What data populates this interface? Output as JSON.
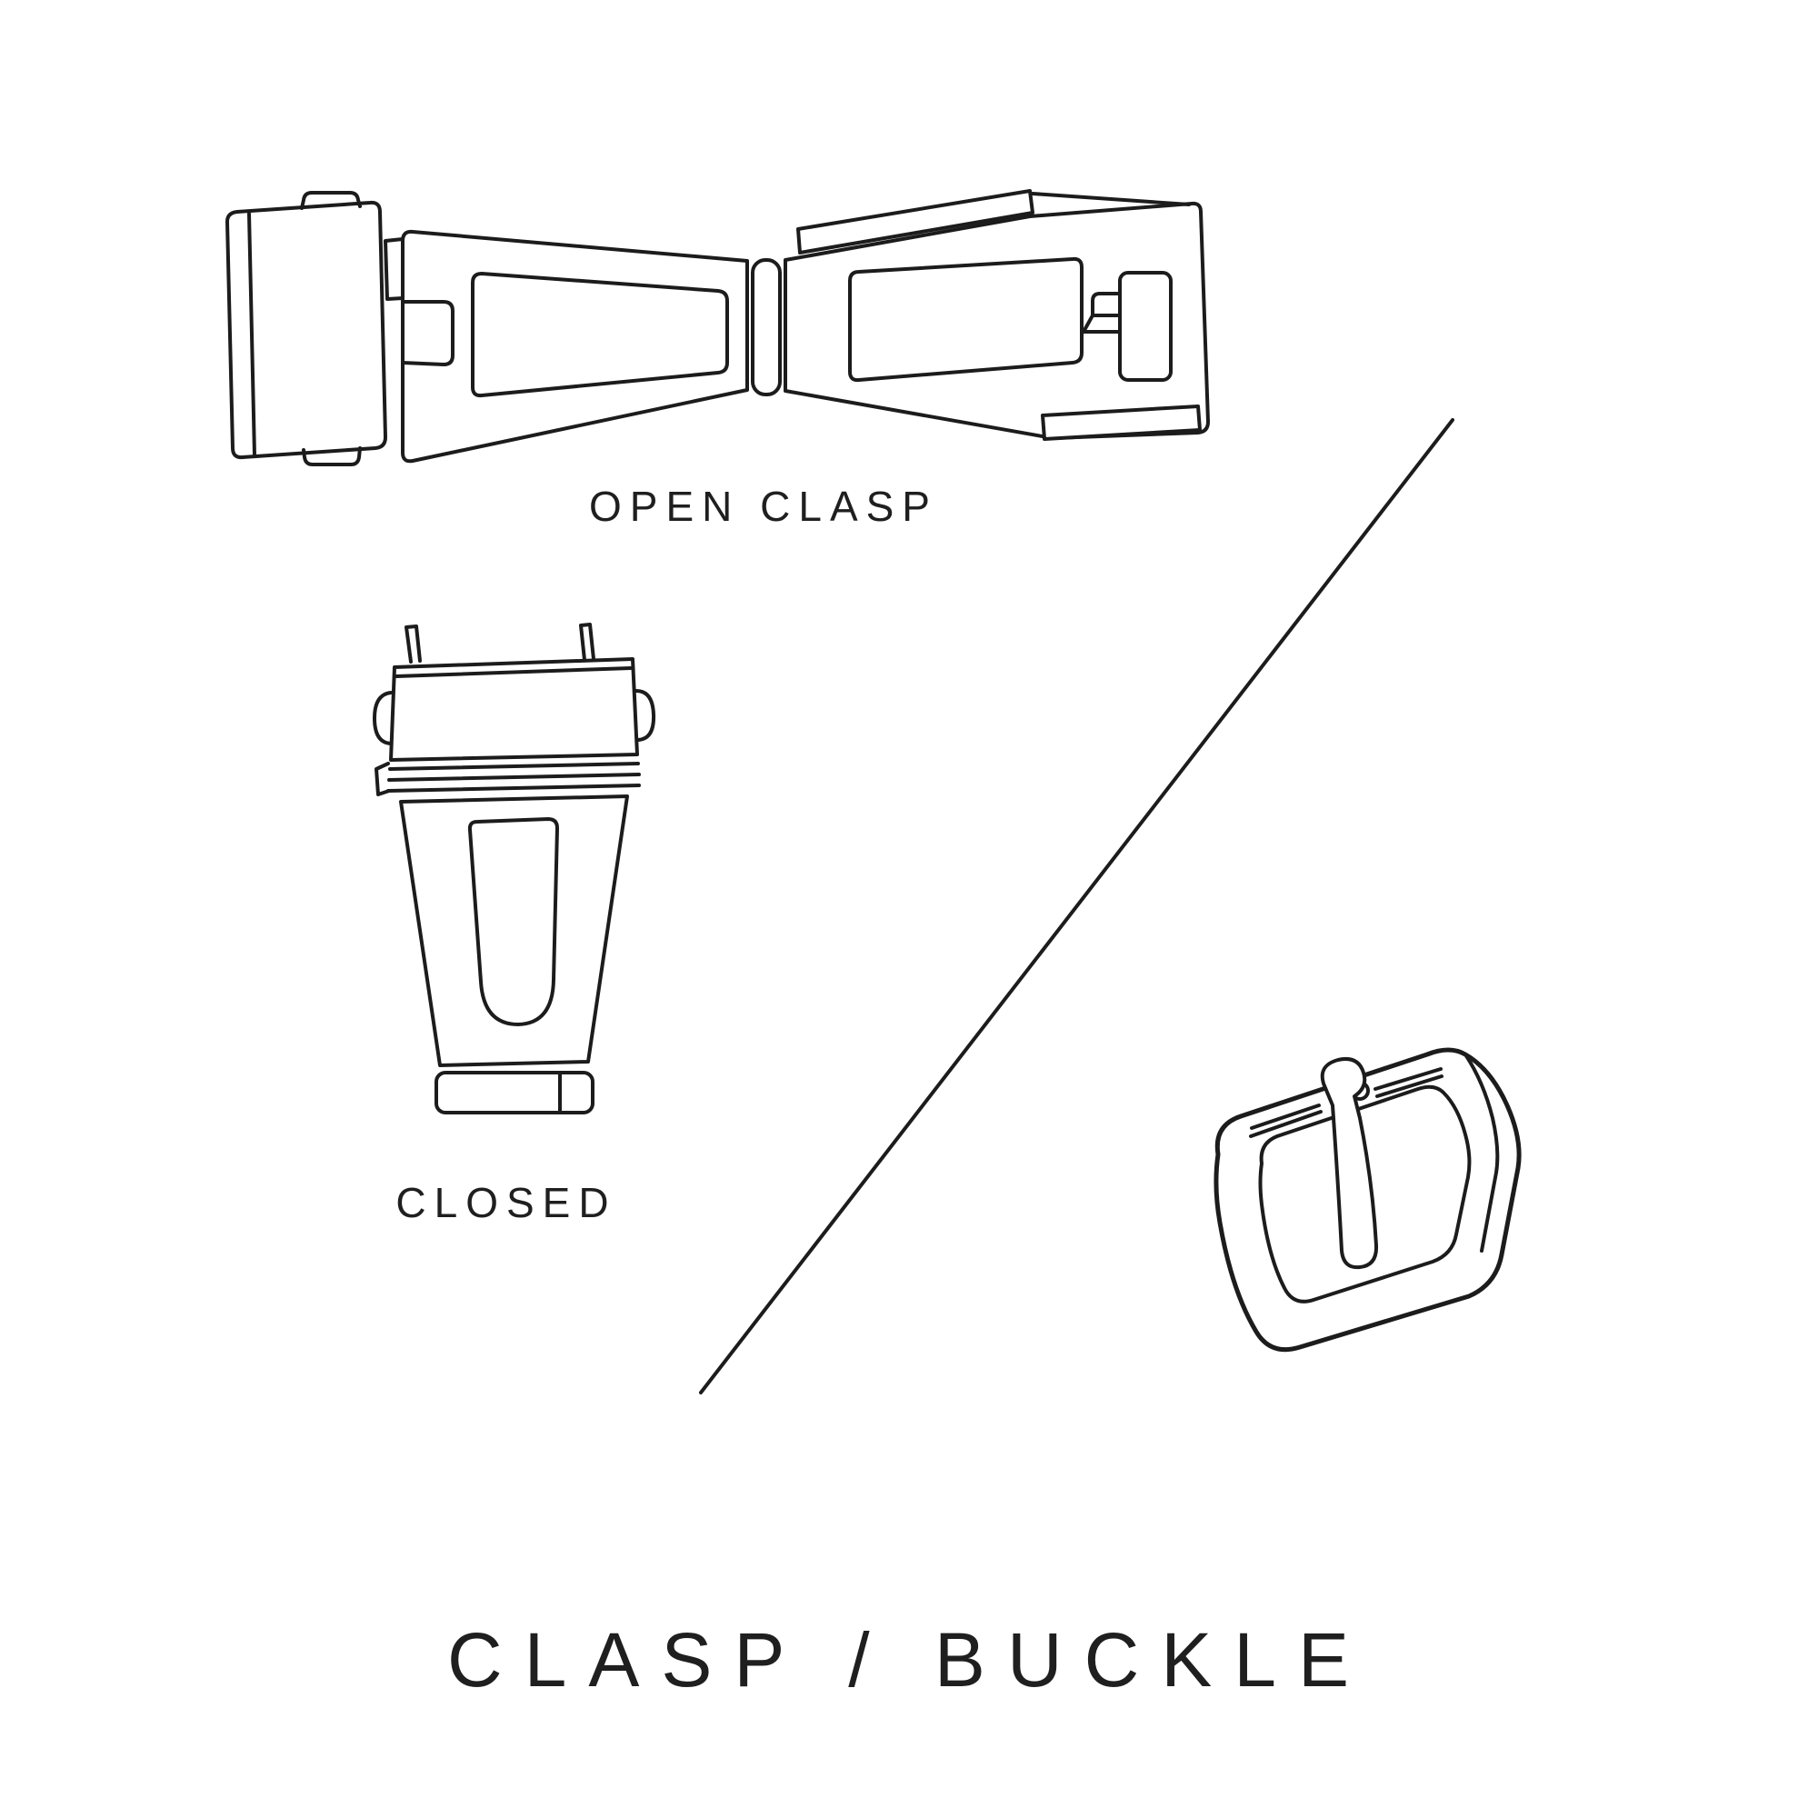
{
  "page": {
    "title": "CLASP / BUCKLE",
    "colors": {
      "bg": "#ffffff",
      "ink": "#1f1f1f",
      "line": "#1c1c1c"
    }
  },
  "figures": {
    "open_clasp": {
      "label": "OPEN CLASP",
      "icon": "open-clasp-illustration"
    },
    "closed_clasp": {
      "label": "CLOSED",
      "icon": "closed-clasp-illustration"
    },
    "buckle": {
      "icon": "tang-buckle-illustration"
    },
    "divider": {
      "icon": "diagonal-divider-line"
    }
  }
}
